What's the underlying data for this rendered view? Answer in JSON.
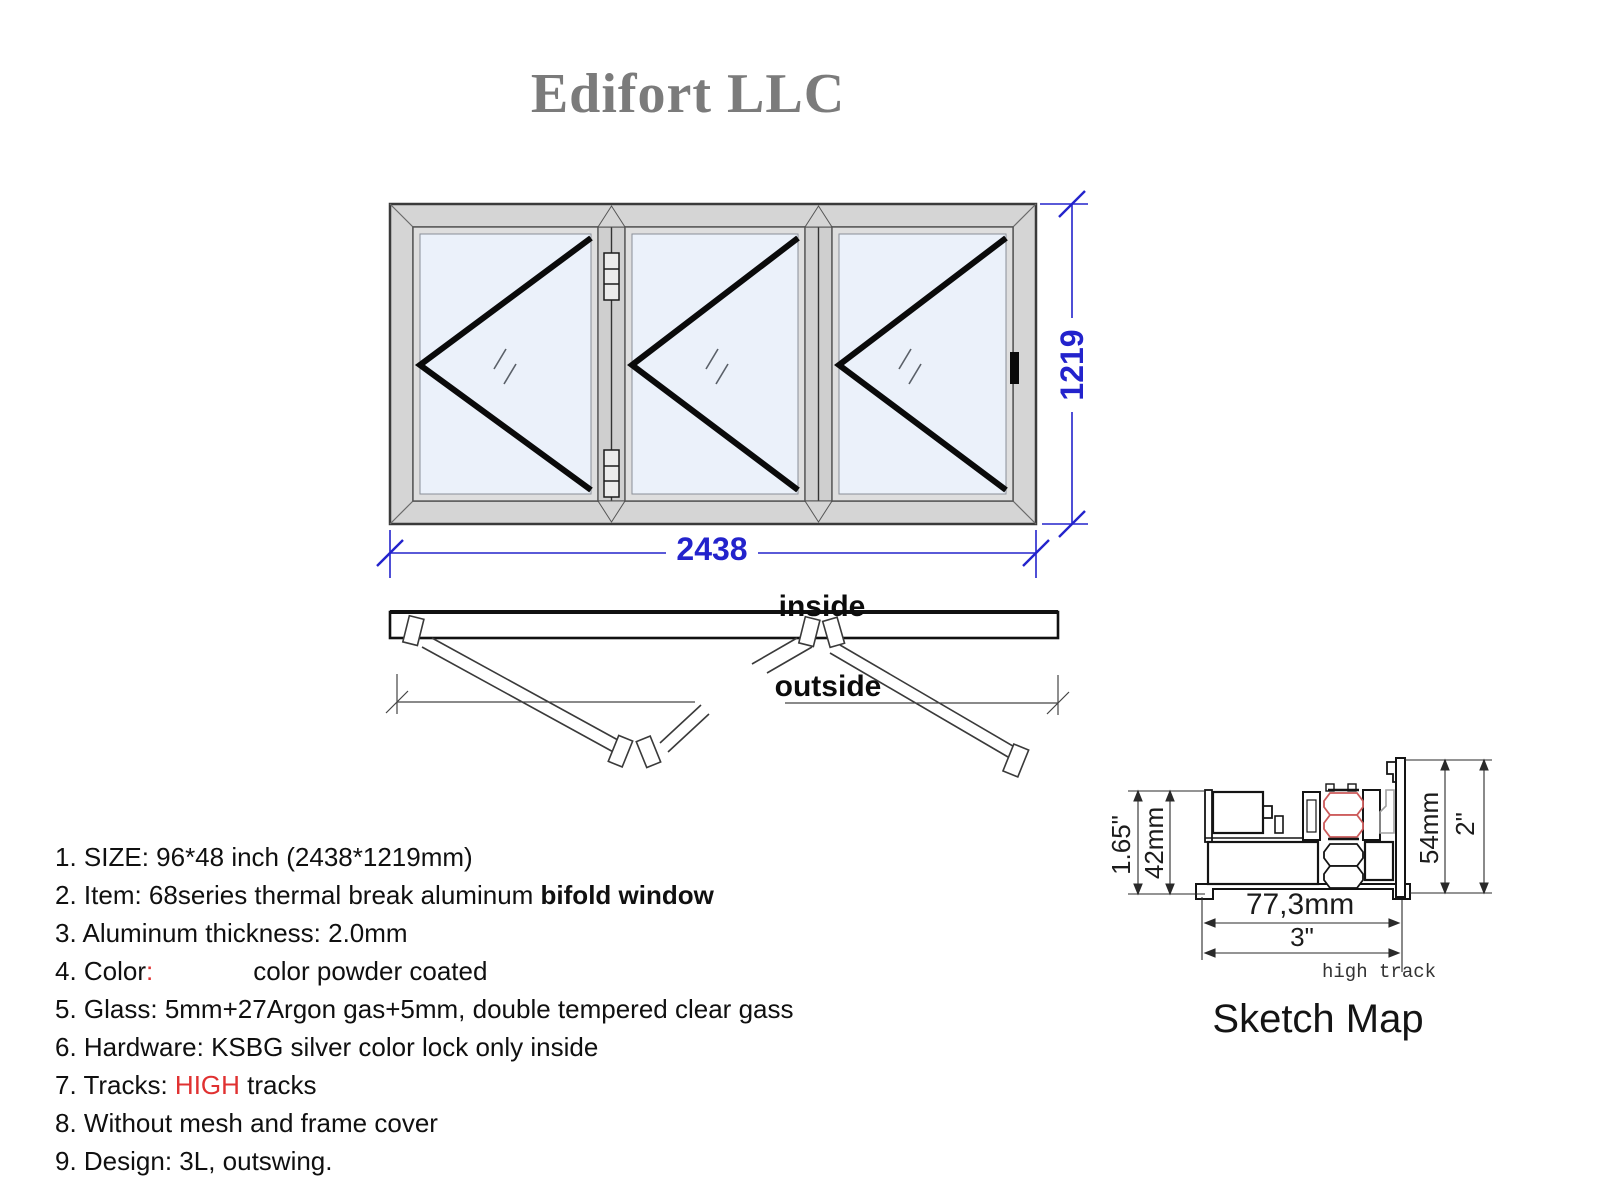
{
  "title": "Edifort LLC",
  "colors": {
    "dimension_blue": "#2323cc",
    "frame_gray": "#d5d5d5",
    "glass_blue": "#ebf1fa",
    "accent_red": "#e03131",
    "title_gray": "#7b7b7b"
  },
  "elevation": {
    "width_label": "2438",
    "height_label": "1219"
  },
  "plan": {
    "inside_label": "inside",
    "outside_label": "outside"
  },
  "sketch": {
    "caption": "Sketch Map",
    "track_label": "high track",
    "dims": {
      "left_inch": "1.65\"",
      "left_mm": "42mm",
      "right_mm": "54mm",
      "right_inch": "2\"",
      "bottom_mm": "77,3mm",
      "bottom_inch": "3\""
    }
  },
  "specs": {
    "line1": {
      "a": "1. SIZE: 96*48 inch (2438*1219mm)"
    },
    "line2": {
      "a": "2. Item: 68series thermal break aluminum ",
      "b": "bifold window"
    },
    "line3": {
      "a": "3. Aluminum thickness: 2.0mm"
    },
    "line4": {
      "a": "4. Color",
      "b": ":",
      "c": "color powder coated"
    },
    "line5": {
      "a": "5. Glass: 5mm+27Argon gas+5mm, double tempered clear gass"
    },
    "line6": {
      "a": "6. Hardware: KSBG silver color lock only inside"
    },
    "line7": {
      "a": "7. Tracks: ",
      "b": "HIGH",
      "c": " tracks"
    },
    "line8": {
      "a": "8. Without mesh and frame cover"
    },
    "line9": {
      "a": "9. Design: 3L, outswing."
    }
  }
}
